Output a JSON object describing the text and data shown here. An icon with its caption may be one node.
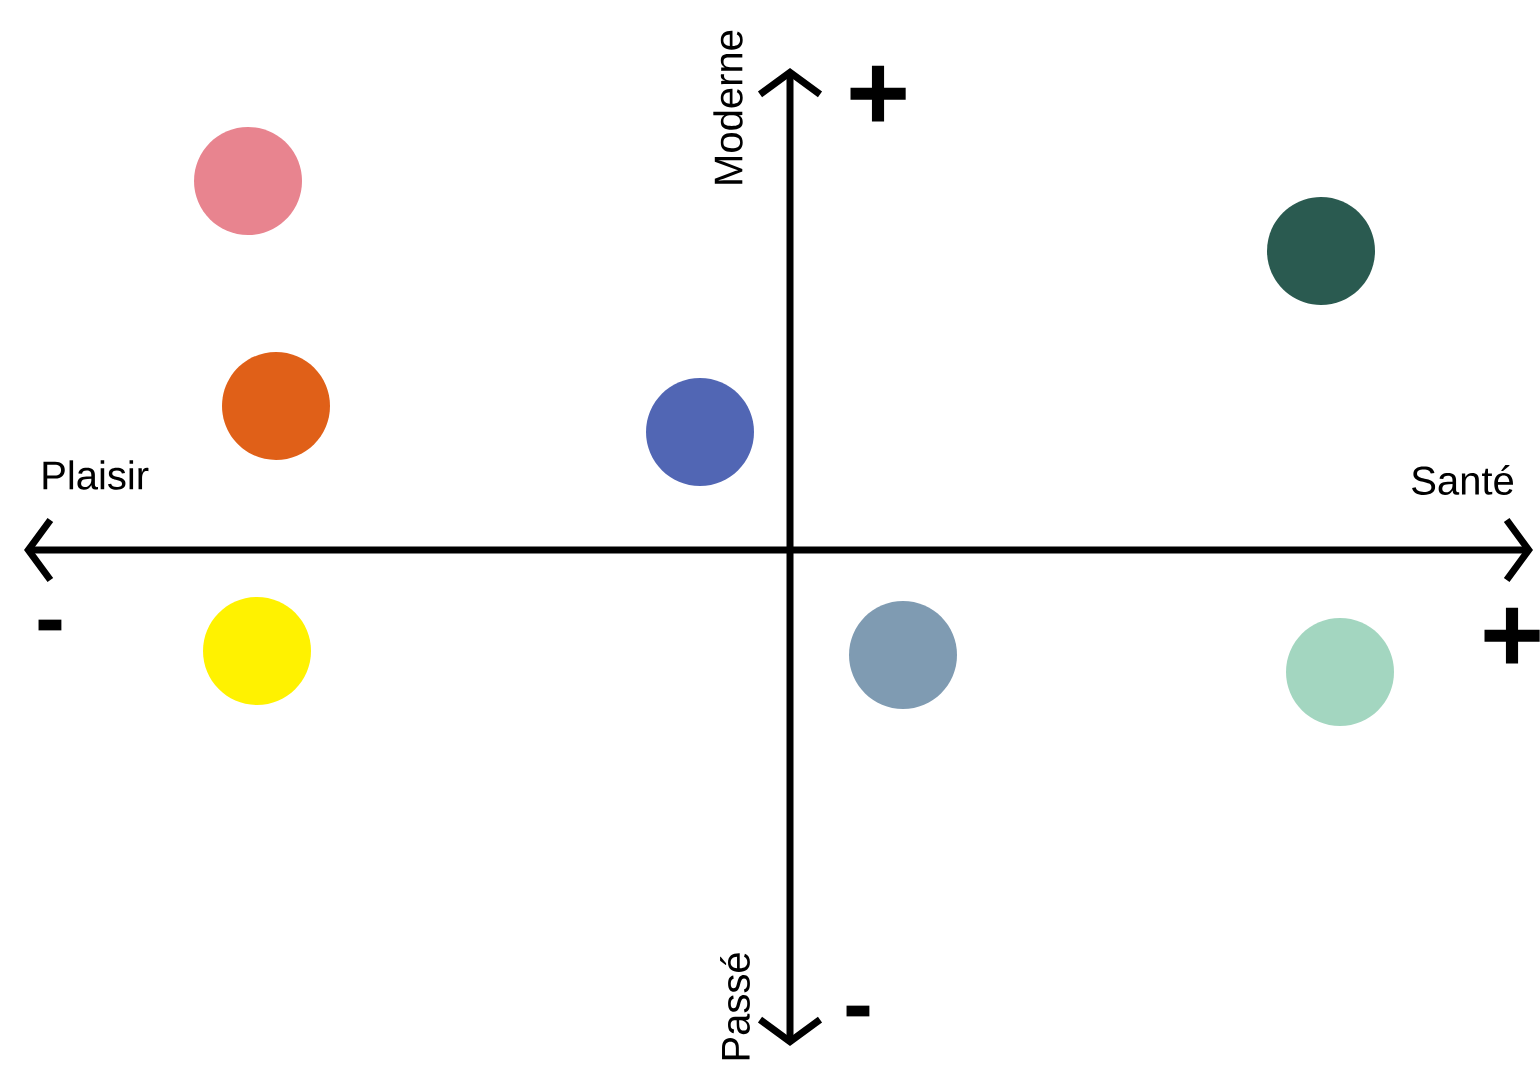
{
  "diagram": {
    "nodes": [
      {
        "text": [],
        "shape": "circle"
      },
      {
        "text": [],
        "shape": "circle"
      },
      {
        "text": [],
        "shape": "circle"
      },
      {
        "text": [],
        "shape": "circle"
      },
      {
        "text": [],
        "shape": "circle"
      },
      {
        "text": [],
        "shape": "circle"
      },
      {
        "text": [],
        "shape": "circle"
      }
    ],
    "labels": [
      "Moderne",
      "+",
      "Plaisir",
      "Santé",
      "-",
      "+",
      "Passé",
      "-"
    ]
  }
}
